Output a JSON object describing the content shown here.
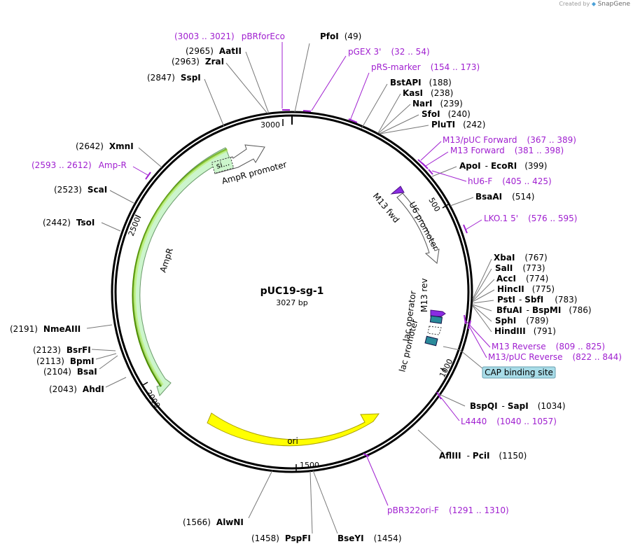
{
  "credit": {
    "prefix": "Created by",
    "brand": "SnapGene",
    "logo_icon": "snapgene-logo-icon"
  },
  "plasmid": {
    "name": "pUC19-sg-1",
    "length": "3027 bp"
  },
  "ticks": [
    "3000",
    "500",
    "1000",
    "1500",
    "2000",
    "2500"
  ],
  "sites": [
    {
      "name": "PfoI",
      "pos": "(49)"
    },
    {
      "name": "BstAPI",
      "pos": "(188)"
    },
    {
      "name": "KasI",
      "pos": "(238)"
    },
    {
      "name": "NarI",
      "pos": "(239)"
    },
    {
      "name": "SfoI",
      "pos": "(240)"
    },
    {
      "name": "PluTI",
      "pos": "(242)"
    },
    {
      "name": "ApoI",
      "name2": "EcoRI",
      "pos": "(399)"
    },
    {
      "name": "BsaAI",
      "pos": "(514)"
    },
    {
      "name": "XbaI",
      "pos": "(767)"
    },
    {
      "name": "SalI",
      "pos": "(773)"
    },
    {
      "name": "AccI",
      "pos": "(774)"
    },
    {
      "name": "HincII",
      "pos": "(775)"
    },
    {
      "name": "PstI",
      "name2": "SbfI",
      "pos": "(783)"
    },
    {
      "name": "BfuAI",
      "name2": "BspMI",
      "pos": "(786)"
    },
    {
      "name": "SphI",
      "pos": "(789)"
    },
    {
      "name": "HindIII",
      "pos": "(791)"
    },
    {
      "name": "BspQI",
      "name2": "SapI",
      "pos": "(1034)"
    },
    {
      "name": "AflIII",
      "name2": "PciI",
      "pos": "(1150)"
    },
    {
      "name": "BseYI",
      "pos": "(1454)"
    },
    {
      "name": "PspFI",
      "pos": "(1458)"
    },
    {
      "name": "AlwNI",
      "pos": "(1566)"
    },
    {
      "name": "AhdI",
      "pos": "(2043)"
    },
    {
      "name": "BsaI",
      "pos": "(2104)"
    },
    {
      "name": "BpmI",
      "pos": "(2113)"
    },
    {
      "name": "BsrFI",
      "pos": "(2123)"
    },
    {
      "name": "NmeAIII",
      "pos": "(2191)"
    },
    {
      "name": "TsoI",
      "pos": "(2442)"
    },
    {
      "name": "ScaI",
      "pos": "(2523)"
    },
    {
      "name": "XmnI",
      "pos": "(2642)"
    },
    {
      "name": "SspI",
      "pos": "(2847)"
    },
    {
      "name": "ZraI",
      "pos": "(2963)"
    },
    {
      "name": "AatII",
      "pos": "(2965)"
    }
  ],
  "primers": [
    {
      "name": "pBRforEco",
      "range": "(3003 .. 3021)"
    },
    {
      "name": "pGEX 3'",
      "range": "(32 .. 54)"
    },
    {
      "name": "pRS-marker",
      "range": "(154 .. 173)"
    },
    {
      "name": "M13/pUC Forward",
      "range": "(367 .. 389)"
    },
    {
      "name": "M13 Forward",
      "range": "(381 .. 398)"
    },
    {
      "name": "hU6-F",
      "range": "(405 .. 425)"
    },
    {
      "name": "LKO.1 5'",
      "range": "(576 .. 595)"
    },
    {
      "name": "M13 Reverse",
      "range": "(809 .. 825)"
    },
    {
      "name": "M13/pUC Reverse",
      "range": "(822 .. 844)"
    },
    {
      "name": "L4440",
      "range": "(1040 .. 1057)"
    },
    {
      "name": "pBR322ori-F",
      "range": "(1291 .. 1310)"
    },
    {
      "name": "Amp-R",
      "range": "(2593 .. 2612)"
    }
  ],
  "features": {
    "ampr": "AmpR",
    "ampr_promoter": "AmpR promoter",
    "signal": "si...",
    "ori": "ori",
    "u6_promoter": "U6 promoter",
    "m13_fwd": "M13 fwd",
    "m13_rev": "M13 rev",
    "lac_operator": "lac operator",
    "lac_promoter": "lac promoter",
    "cap": "CAP binding site"
  },
  "colors": {
    "backbone": "#000000",
    "primer": "#a020d0",
    "ampr_fill": "#ccf5cc",
    "ori_fill": "#ffff00",
    "cap_fill": "#a8dce8",
    "lac_fill": "#2a8a9a",
    "m13_fill": "#8a2be2"
  }
}
